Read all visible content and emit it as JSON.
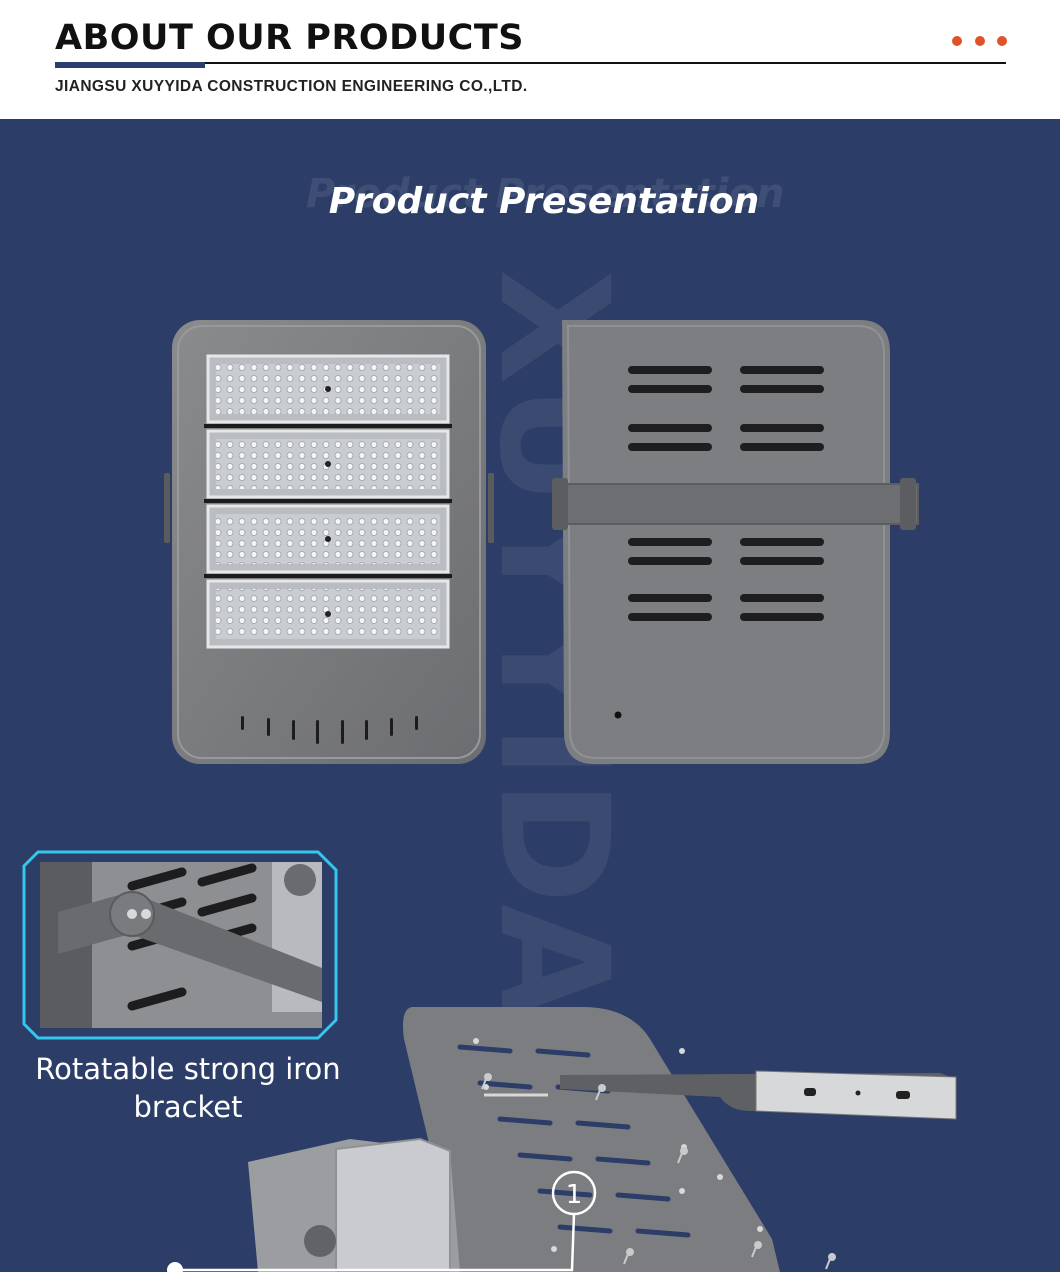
{
  "header": {
    "title": "ABOUT OUR PRODUCTS",
    "subtitle": "JIANGSU XUYYIDA CONSTRUCTION ENGINEERING CO.,LTD.",
    "dot_color": "#e0532a",
    "accent_color": "#2a3f70"
  },
  "section": {
    "background_color": "#2c3d67",
    "title": "Product Presentation",
    "watermark_title": "Product Presentation",
    "watermark_vertical": "XUYYIDA"
  },
  "feature": {
    "caption": "Rotatable strong iron bracket",
    "marker": "1",
    "inset_frame_color": "#35c6ee"
  }
}
